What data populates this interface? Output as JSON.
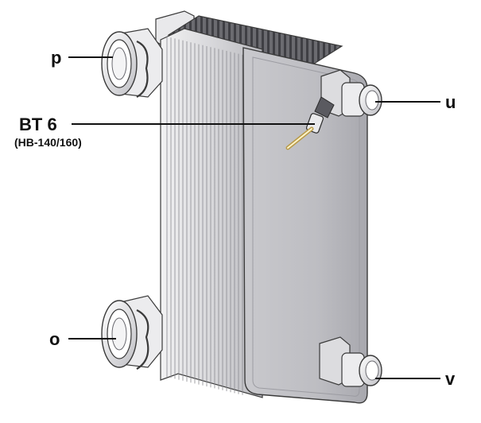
{
  "labels": {
    "p": "p",
    "o": "o",
    "u": "u",
    "v": "v",
    "sensor_name": "BT 6",
    "sensor_models": "(HB-140/160)"
  },
  "colors": {
    "leader_line": "#111111",
    "body_light": "#d9d9dc",
    "body_mid": "#b7b7bb",
    "body_dark": "#8e8e93",
    "fitting": "#e6e6e8",
    "outline": "#3a3a3a"
  }
}
